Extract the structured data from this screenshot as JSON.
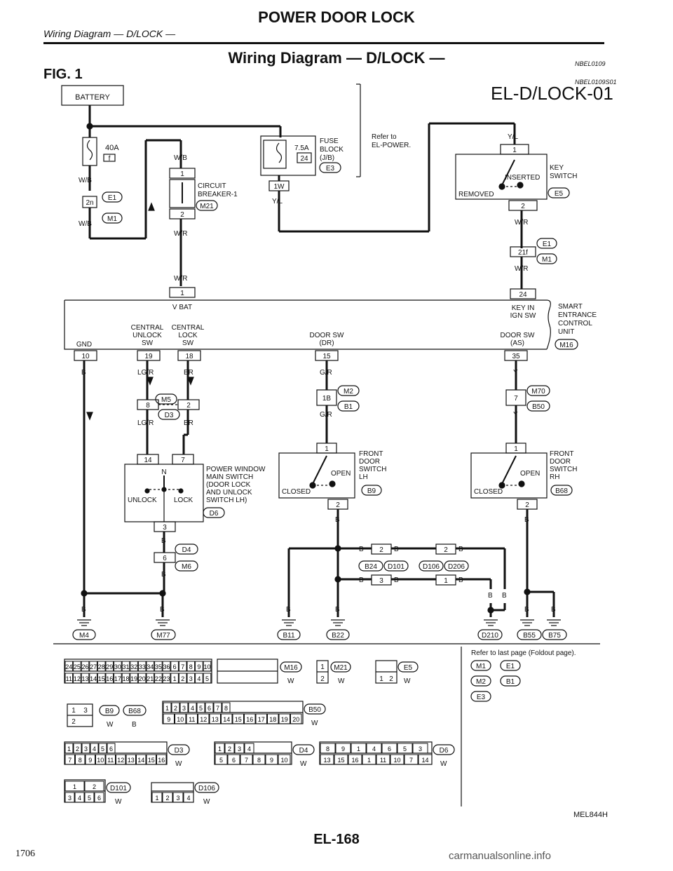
{
  "header": {
    "title": "POWER DOOR LOCK",
    "subtitle": "Wiring Diagram — D/LOCK —",
    "main_title": "Wiring Diagram — D/LOCK —",
    "fig": "FIG. 1",
    "code1": "NBEL0109",
    "code2": "NBEL0109S01",
    "diagram_id": "EL-D/LOCK-01"
  },
  "components": {
    "battery": "BATTERY",
    "fuse40": "40A",
    "fuse40_term": "f",
    "fuse75": "7.5A",
    "fuse75_term": "24",
    "fuse_block": [
      "FUSE",
      "BLOCK",
      "(J/B)"
    ],
    "fuse_block_conn": "E3",
    "refer": [
      "Refer to",
      "EL-POWER."
    ],
    "cb": [
      "CIRCUIT",
      "BREAKER-1"
    ],
    "cb_conn": "M21",
    "cb_t1": "1",
    "cb_t2": "2",
    "key_switch": [
      "KEY",
      "SWITCH"
    ],
    "key_conn": "E5",
    "key_t1": "1",
    "key_t2": "2",
    "inserted": "INSERTED",
    "removed": "REMOVED",
    "smart": [
      "SMART",
      "ENTRANCE",
      "CONTROL",
      "UNIT"
    ],
    "smart_conn": "M16",
    "vbat": "V BAT",
    "keyin": [
      "KEY IN",
      "IGN SW"
    ],
    "gnd": "GND",
    "cu_sw": [
      "CENTRAL",
      "UNLOCK",
      "SW"
    ],
    "cl_sw": [
      "CENTRAL",
      "LOCK",
      "SW"
    ],
    "door_dr": [
      "DOOR SW",
      "(DR)"
    ],
    "door_as": [
      "DOOR SW",
      "(AS)"
    ],
    "pws": [
      "POWER WINDOW",
      "MAIN SWITCH",
      "(DOOR LOCK",
      "AND UNLOCK",
      "SWITCH LH)"
    ],
    "pws_conn": "D6",
    "unlock": "UNLOCK",
    "lock": "LOCK",
    "n": "N",
    "fdlh": [
      "FRONT",
      "DOOR",
      "SWITCH",
      "LH"
    ],
    "fdlh_conn": "B9",
    "fdrh": [
      "FRONT",
      "DOOR",
      "SWITCH",
      "RH"
    ],
    "fdrh_conn": "B68",
    "open": "OPEN",
    "closed": "CLOSED"
  },
  "wires": {
    "wb": "W/B",
    "wr": "W/R",
    "yl": "Y/L",
    "lgr": "LG/R",
    "br": "BR",
    "b": "B",
    "gr": "G/R",
    "y": "Y"
  },
  "terminals": {
    "t2n": "2n",
    "t21f": "21f",
    "t1w": "1W",
    "t1": "1",
    "t24": "24",
    "t10": "10",
    "t19": "19",
    "t18": "18",
    "t15": "15",
    "t35": "35",
    "t8": "8",
    "t2": "2",
    "t14": "14",
    "t7": "7",
    "t3": "3",
    "t6": "6",
    "t1b": "1B"
  },
  "connectors": {
    "e1": "E1",
    "m1": "M1",
    "m5": "M5",
    "d3": "D3",
    "m2": "M2",
    "b1": "B1",
    "m70": "M70",
    "b50": "B50",
    "d4": "D4",
    "m6": "M6",
    "b24": "B24",
    "d101": "D101",
    "d106": "D106",
    "d206": "D206",
    "m4": "M4",
    "m77": "M77",
    "b11": "B11",
    "b22": "B22",
    "d210": "D210",
    "b55": "B55",
    "b75": "B75"
  },
  "legend": {
    "refer": "Refer to last page (Foldout page).",
    "row1": [
      "M1",
      "E1"
    ],
    "row2": [
      "M2",
      "B1"
    ],
    "row3": [
      "E3"
    ],
    "m16_top": [
      "24",
      "25",
      "26",
      "27",
      "28",
      "29",
      "30",
      "31",
      "32",
      "33",
      "34",
      "35",
      "36",
      "6",
      "7",
      "8",
      "9",
      "10"
    ],
    "m16_bot": [
      "11",
      "12",
      "13",
      "14",
      "15",
      "16",
      "17",
      "18",
      "19",
      "20",
      "21",
      "22",
      "23",
      "1",
      "2",
      "3",
      "4",
      "5"
    ],
    "m16": "M16",
    "m16_col": "W",
    "m21": "M21",
    "m21_col": "W",
    "e5": "E5",
    "e5_col": "W",
    "b9": "B9",
    "b68": "B68",
    "b9_col": "W",
    "b68_col": "B",
    "b50": "B50",
    "b50_col": "W",
    "b50_top": [
      "1",
      "2",
      "3",
      "4",
      "5",
      "6",
      "7",
      "8"
    ],
    "b50_bot": [
      "9",
      "10",
      "11",
      "12",
      "13",
      "14",
      "15",
      "16",
      "17",
      "18",
      "19",
      "20"
    ],
    "d3": "D3",
    "d3_col": "W",
    "d3_top": [
      "1",
      "2",
      "3",
      "4",
      "5",
      "6"
    ],
    "d3_bot": [
      "7",
      "8",
      "9",
      "10",
      "11",
      "12",
      "13",
      "14",
      "15",
      "16"
    ],
    "d4": "D4",
    "d4_col": "W",
    "d4_top": [
      "1",
      "2",
      "3",
      "4"
    ],
    "d4_bot": [
      "5",
      "6",
      "7",
      "8",
      "9",
      "10"
    ],
    "d6": "D6",
    "d6_col": "W",
    "d6_top": [
      "8",
      "9",
      "1",
      "4",
      "6",
      "5",
      "3"
    ],
    "d6_bot": [
      "13",
      "15",
      "16",
      "1",
      "11",
      "10",
      "7",
      "14"
    ],
    "d101": "D101",
    "d101_col": "W",
    "d101_top": [
      "1",
      "2"
    ],
    "d101_bot": [
      "3",
      "4",
      "5",
      "6"
    ],
    "d106": "D106",
    "d106_col": "W",
    "d106_bot": [
      "1",
      "2",
      "3",
      "4"
    ],
    "two": "2",
    "one": "1",
    "three": "3"
  },
  "footer": {
    "page": "EL-168",
    "side": "1706",
    "mel": "MEL844H",
    "watermark": "carmanualsonline.info"
  }
}
